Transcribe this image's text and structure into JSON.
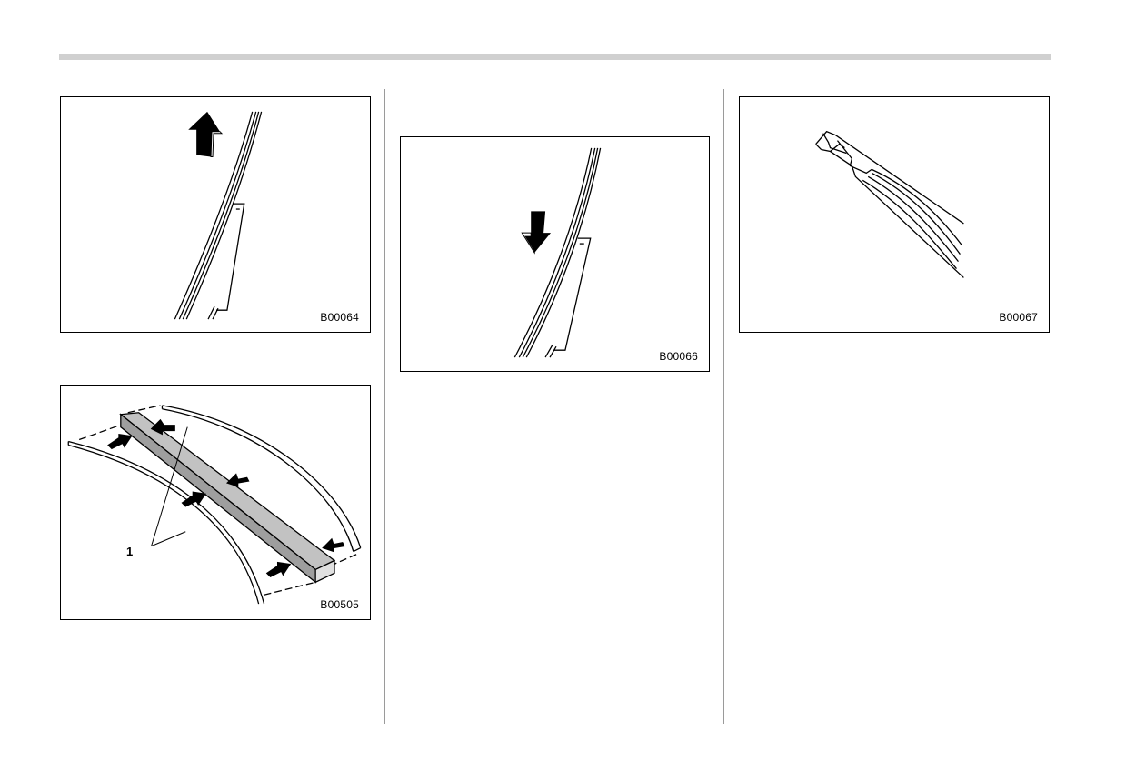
{
  "figures": {
    "blade_up": {
      "code": "B00064"
    },
    "rubber_insert": {
      "code": "B00505",
      "callout": "1"
    },
    "blade_down": {
      "code": "B00066"
    },
    "blade_tip": {
      "code": "B00067"
    }
  }
}
